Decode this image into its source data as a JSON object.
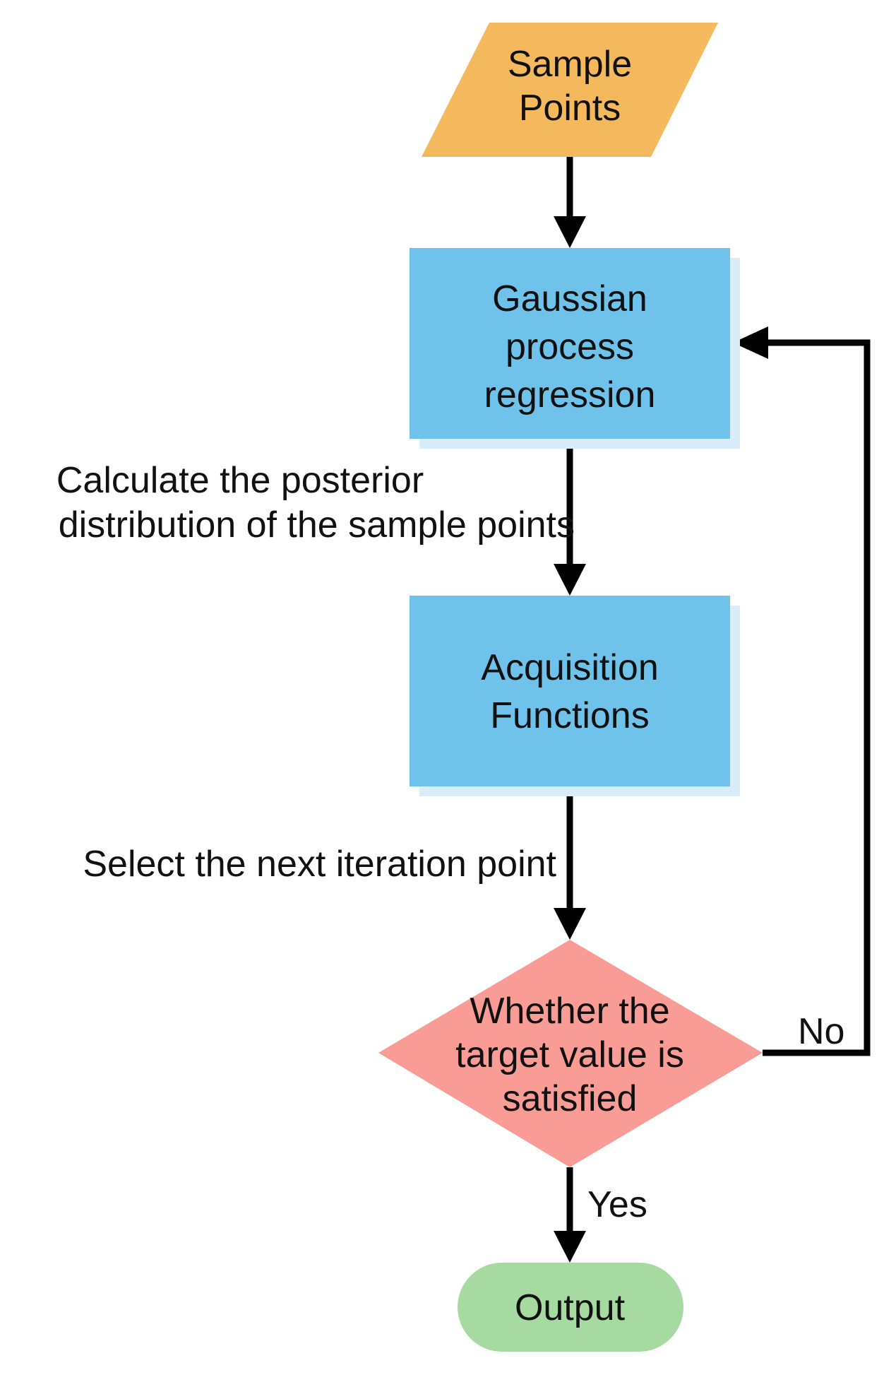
{
  "diagram": {
    "type": "flowchart",
    "nodes": {
      "sample_points": {
        "shape": "parallelogram",
        "role": "input",
        "lines": [
          "Sample",
          "Points"
        ]
      },
      "gaussian_process": {
        "shape": "rectangle",
        "role": "process",
        "lines": [
          "Gaussian",
          "process",
          "regression"
        ]
      },
      "acquisition_functions": {
        "shape": "rectangle",
        "role": "process",
        "lines": [
          "Acquisition",
          "Functions"
        ]
      },
      "decision": {
        "shape": "diamond",
        "role": "decision",
        "lines": [
          "Whether the",
          "target value is",
          "satisfied"
        ]
      },
      "output": {
        "shape": "rounded-pill",
        "role": "terminal",
        "label": "Output"
      }
    },
    "edges": [
      {
        "from": "sample_points",
        "to": "gaussian_process"
      },
      {
        "from": "gaussian_process",
        "to": "acquisition_functions"
      },
      {
        "from": "acquisition_functions",
        "to": "decision"
      },
      {
        "from": "decision",
        "to": "output"
      },
      {
        "from": "decision",
        "to": "gaussian_process",
        "route": "right-elbow-feedback"
      }
    ],
    "labels": {
      "posterior_line1": "Calculate the posterior",
      "posterior_line2": "distribution of the sample points",
      "select_next": "Select the next iteration point",
      "no": "No",
      "yes": "Yes"
    },
    "colors": {
      "input_fill": "#F5B95D",
      "process_fill": "#6FC2E9",
      "process_shadow": "#D9EDF8",
      "decision_fill": "#F99C95",
      "terminal_fill": "#A6DAA1",
      "connector": "#000000",
      "text": "#111111",
      "background": "#FFFFFF"
    }
  }
}
